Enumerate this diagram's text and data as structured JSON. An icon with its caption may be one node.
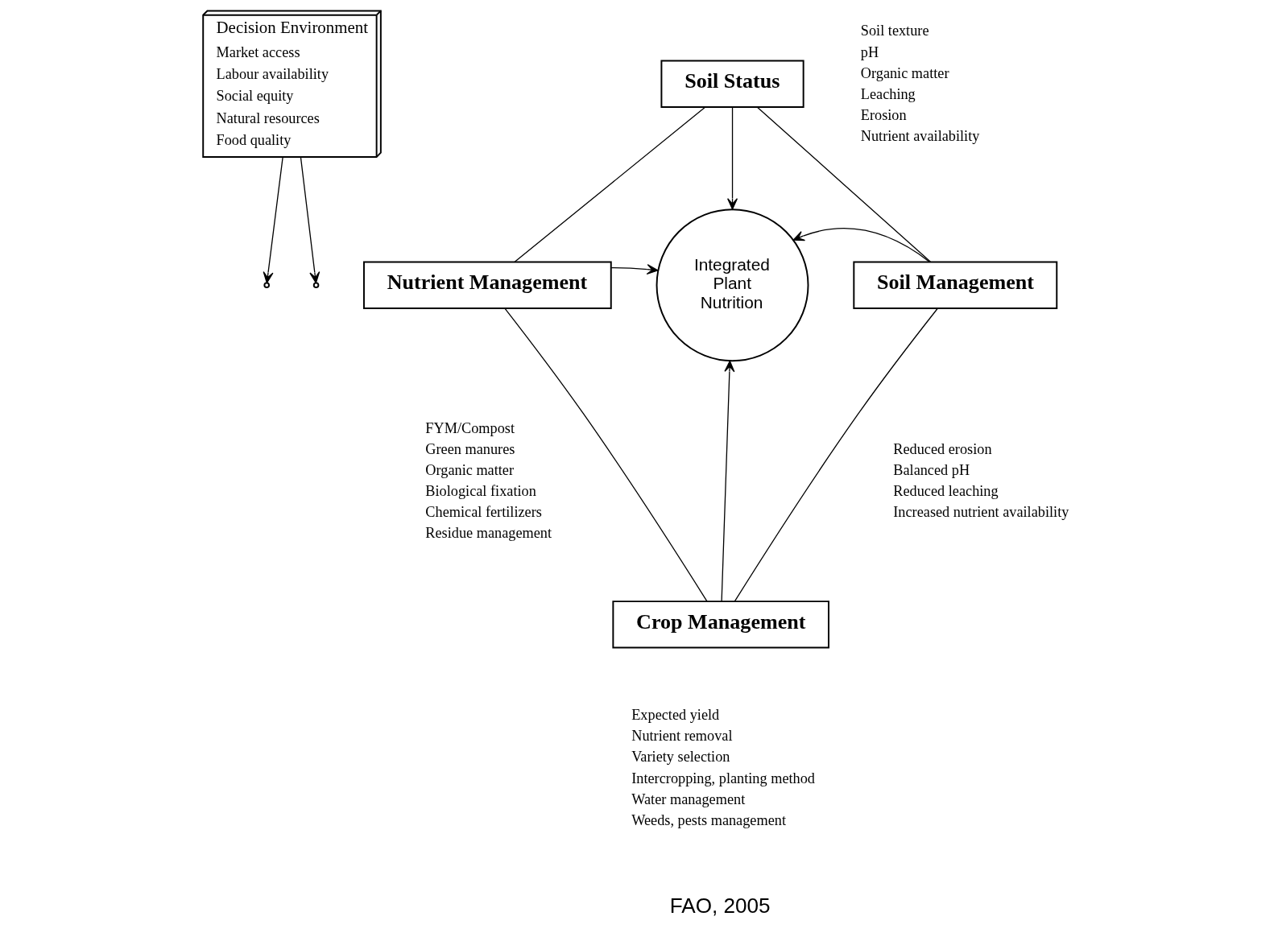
{
  "diagram": {
    "nodes": [
      {
        "text": [
          "Decision Environment",
          "Market access",
          "Labour availability",
          "Social equity",
          "Natural resources",
          "Food quality"
        ]
      },
      {
        "text": [
          "Soil Status"
        ],
        "beside": [
          "Soil texture",
          "pH",
          "Organic matter",
          "Leaching",
          "Erosion",
          "Nutrient availability"
        ]
      },
      {
        "text": [
          "Integrated Plant Nutrition"
        ]
      },
      {
        "text": [
          "Nutrient Management"
        ],
        "beside": [
          "FYM/Compost",
          "Green manures",
          "Organic matter",
          "Biological fixation",
          "Chemical fertilizers",
          "Residue management"
        ]
      },
      {
        "text": [
          "Soil Management"
        ],
        "beside": [
          "Reduced erosion",
          "Balanced pH",
          "Reduced leaching",
          "Increased nutrient availability"
        ]
      },
      {
        "text": [
          "Crop Management"
        ],
        "beside": [
          "Expected yield",
          "Nutrient removal",
          "Variety selection",
          "Intercropping, planting method",
          "Water management",
          "Weeds, pests management"
        ]
      }
    ],
    "edges": [
      {
        "from": 1,
        "to": 2,
        "arrow": "to"
      },
      {
        "from": 3,
        "to": 2,
        "arrow": "to"
      },
      {
        "from": 4,
        "to": 2,
        "arrow": "to"
      },
      {
        "from": 5,
        "to": 2,
        "arrow": "to"
      },
      {
        "from": 1,
        "to": 3,
        "arrow": "none"
      },
      {
        "from": 1,
        "to": 4,
        "arrow": "none"
      },
      {
        "from": 3,
        "to": 5,
        "arrow": "none"
      },
      {
        "from": 4,
        "to": 5,
        "arrow": "none"
      },
      {
        "from": 0,
        "to": null,
        "arrow": "to"
      },
      {
        "from": 0,
        "to": null,
        "arrow": "to"
      }
    ],
    "labels": [
      "FAO, 2005"
    ]
  }
}
